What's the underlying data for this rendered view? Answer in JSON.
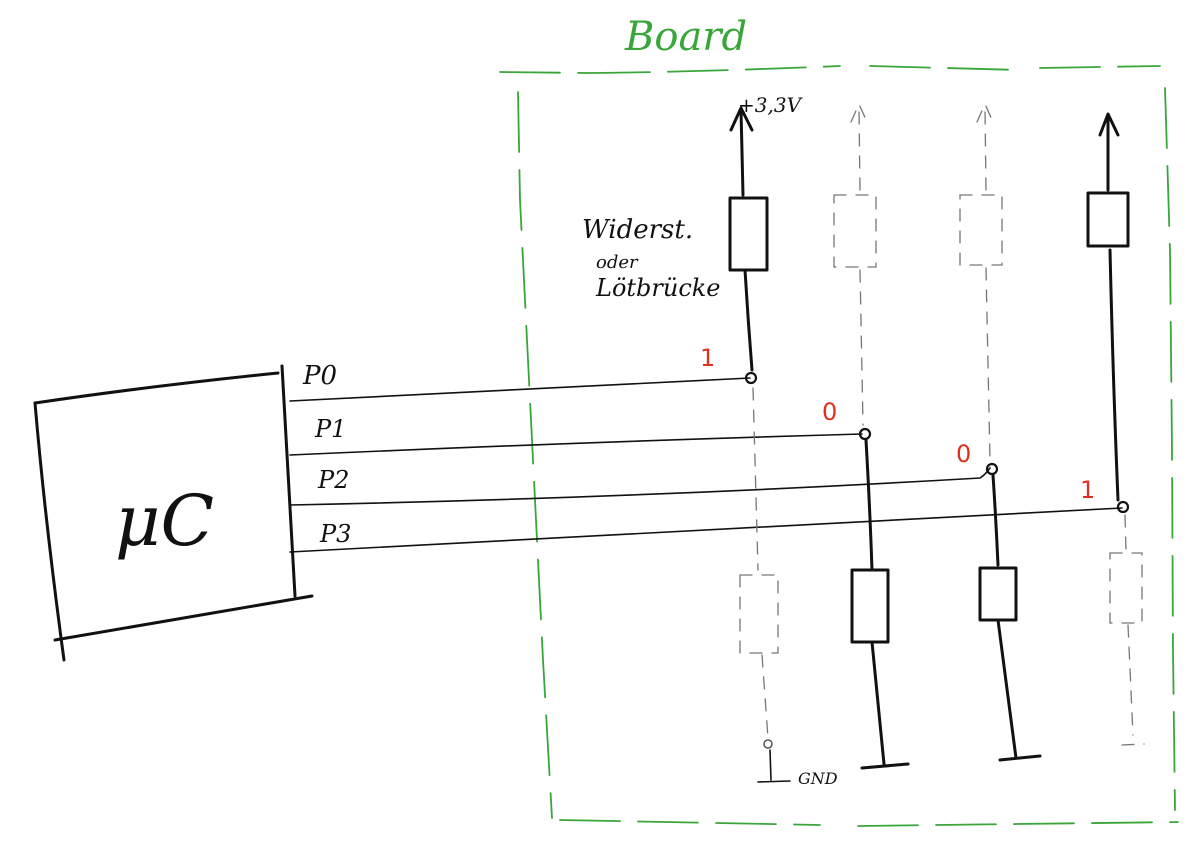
{
  "title": "Board",
  "mcu_label": "μC",
  "ports": [
    "P0",
    "P1",
    "P2",
    "P3"
  ],
  "annotation": {
    "line1": "Widerst.",
    "line2": "oder",
    "line3": "Lötbrücke"
  },
  "supply_label": "+3,3V",
  "ground_label": "GND",
  "port_states": [
    "1",
    "0",
    "0",
    "1"
  ],
  "colors": {
    "board": "#3aa63a",
    "state": "#e03020",
    "ink": "#111111",
    "optional": "#777777"
  }
}
